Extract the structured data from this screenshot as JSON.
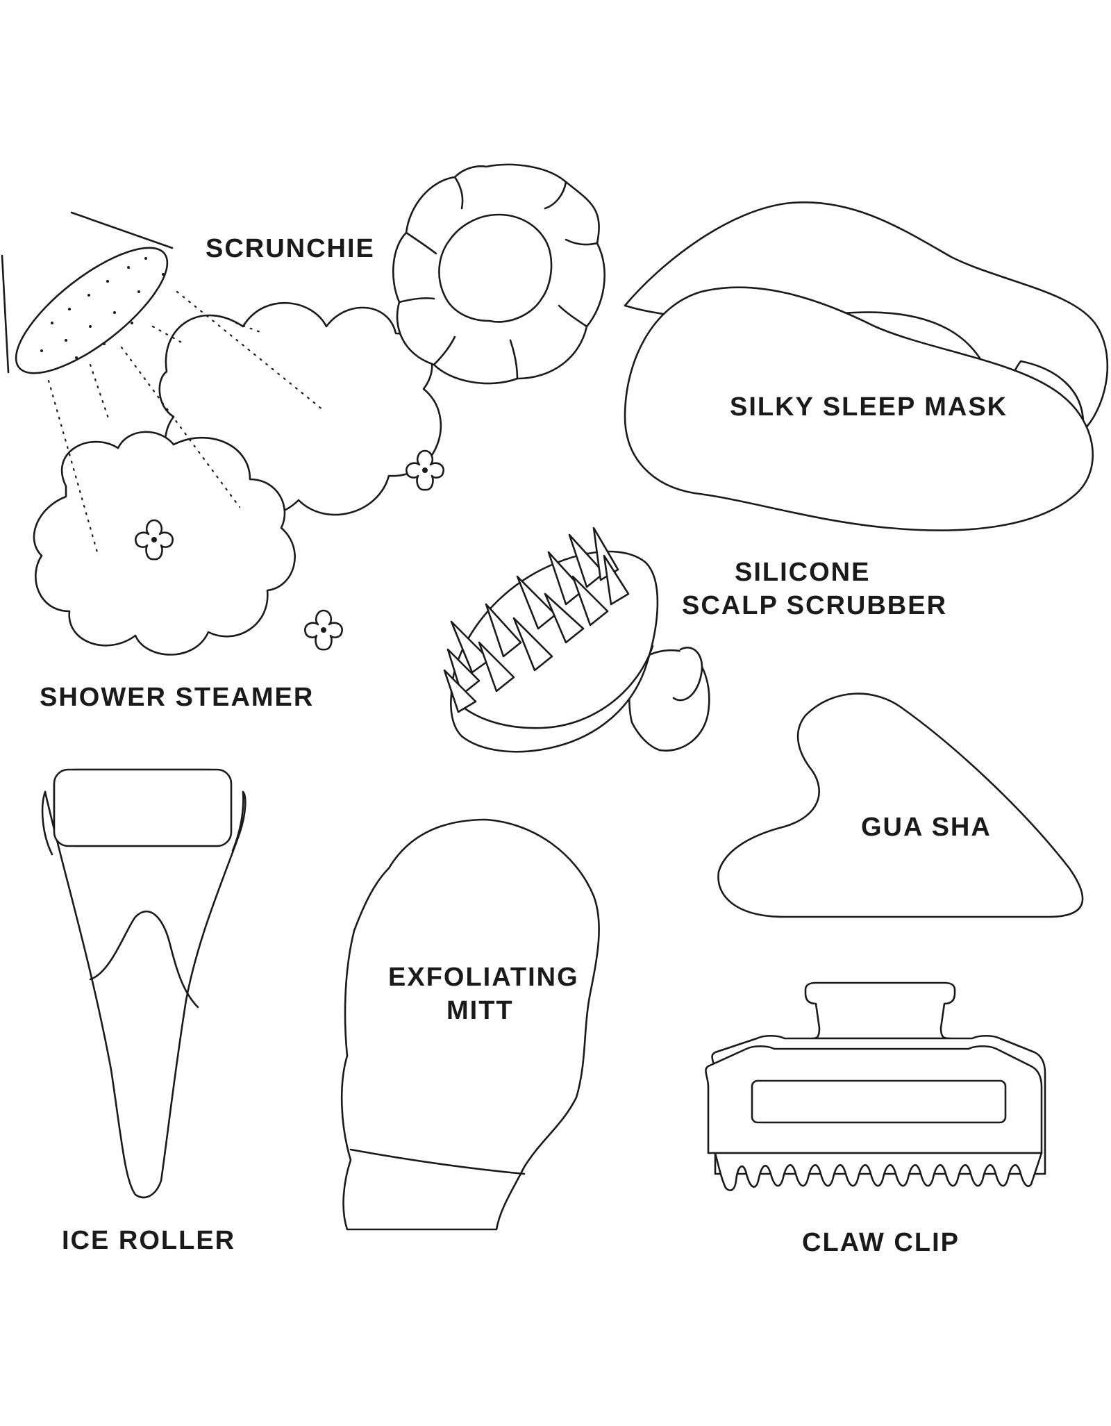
{
  "items": {
    "shower_steamer": {
      "label": "SHOWER STEAMER",
      "icon": "shower-steamer-icon"
    },
    "scrunchie": {
      "label": "SCRUNCHIE",
      "icon": "scrunchie-icon"
    },
    "silky_sleep_mask": {
      "label": "SILKY SLEEP MASK",
      "icon": "sleep-mask-icon"
    },
    "silicone_scalp_scrubber": {
      "label_line1": "SILICONE",
      "label_line2": "SCALP SCRUBBER",
      "icon": "scalp-scrubber-icon"
    },
    "ice_roller": {
      "label": "ICE ROLLER",
      "icon": "ice-roller-icon"
    },
    "exfoliating_mitt": {
      "label_line1": "EXFOLIATING",
      "label_line2": "MITT",
      "icon": "exfoliating-mitt-icon"
    },
    "gua_sha": {
      "label": "GUA SHA",
      "icon": "gua-sha-icon"
    },
    "claw_clip": {
      "label": "CLAW CLIP",
      "icon": "claw-clip-icon"
    }
  },
  "colors": {
    "line": "#1a1a1a",
    "background": "#ffffff"
  }
}
